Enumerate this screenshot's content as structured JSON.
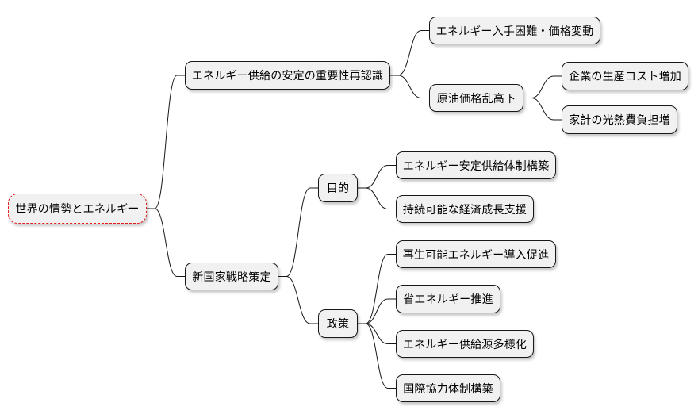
{
  "mindmap": {
    "root": {
      "label": "世界の情勢とエネルギー",
      "border_color": "#e0191b",
      "children": [
        {
          "label": "エネルギー供給の安定の重要性再認識",
          "children": [
            {
              "label": "エネルギー入手困難・価格変動",
              "children": []
            },
            {
              "label": "原油価格乱高下",
              "children": [
                {
                  "label": "企業の生産コスト増加",
                  "children": []
                },
                {
                  "label": "家計の光熱費負担増",
                  "children": []
                }
              ]
            }
          ]
        },
        {
          "label": "新国家戦略策定",
          "children": [
            {
              "label": "目的",
              "children": [
                {
                  "label": "エネルギー安定供給体制構築",
                  "children": []
                },
                {
                  "label": "持続可能な経済成長支援",
                  "children": []
                }
              ]
            },
            {
              "label": "政策",
              "children": [
                {
                  "label": "再生可能エネルギー導入促進",
                  "children": []
                },
                {
                  "label": "省エネルギー推進",
                  "children": []
                },
                {
                  "label": "エネルギー供給源多様化",
                  "children": []
                },
                {
                  "label": "国際協力体制構築",
                  "children": []
                }
              ]
            }
          ]
        }
      ]
    },
    "node_fill": "#f1f1f1",
    "node_border": "#181818",
    "line_color": "#181818"
  }
}
